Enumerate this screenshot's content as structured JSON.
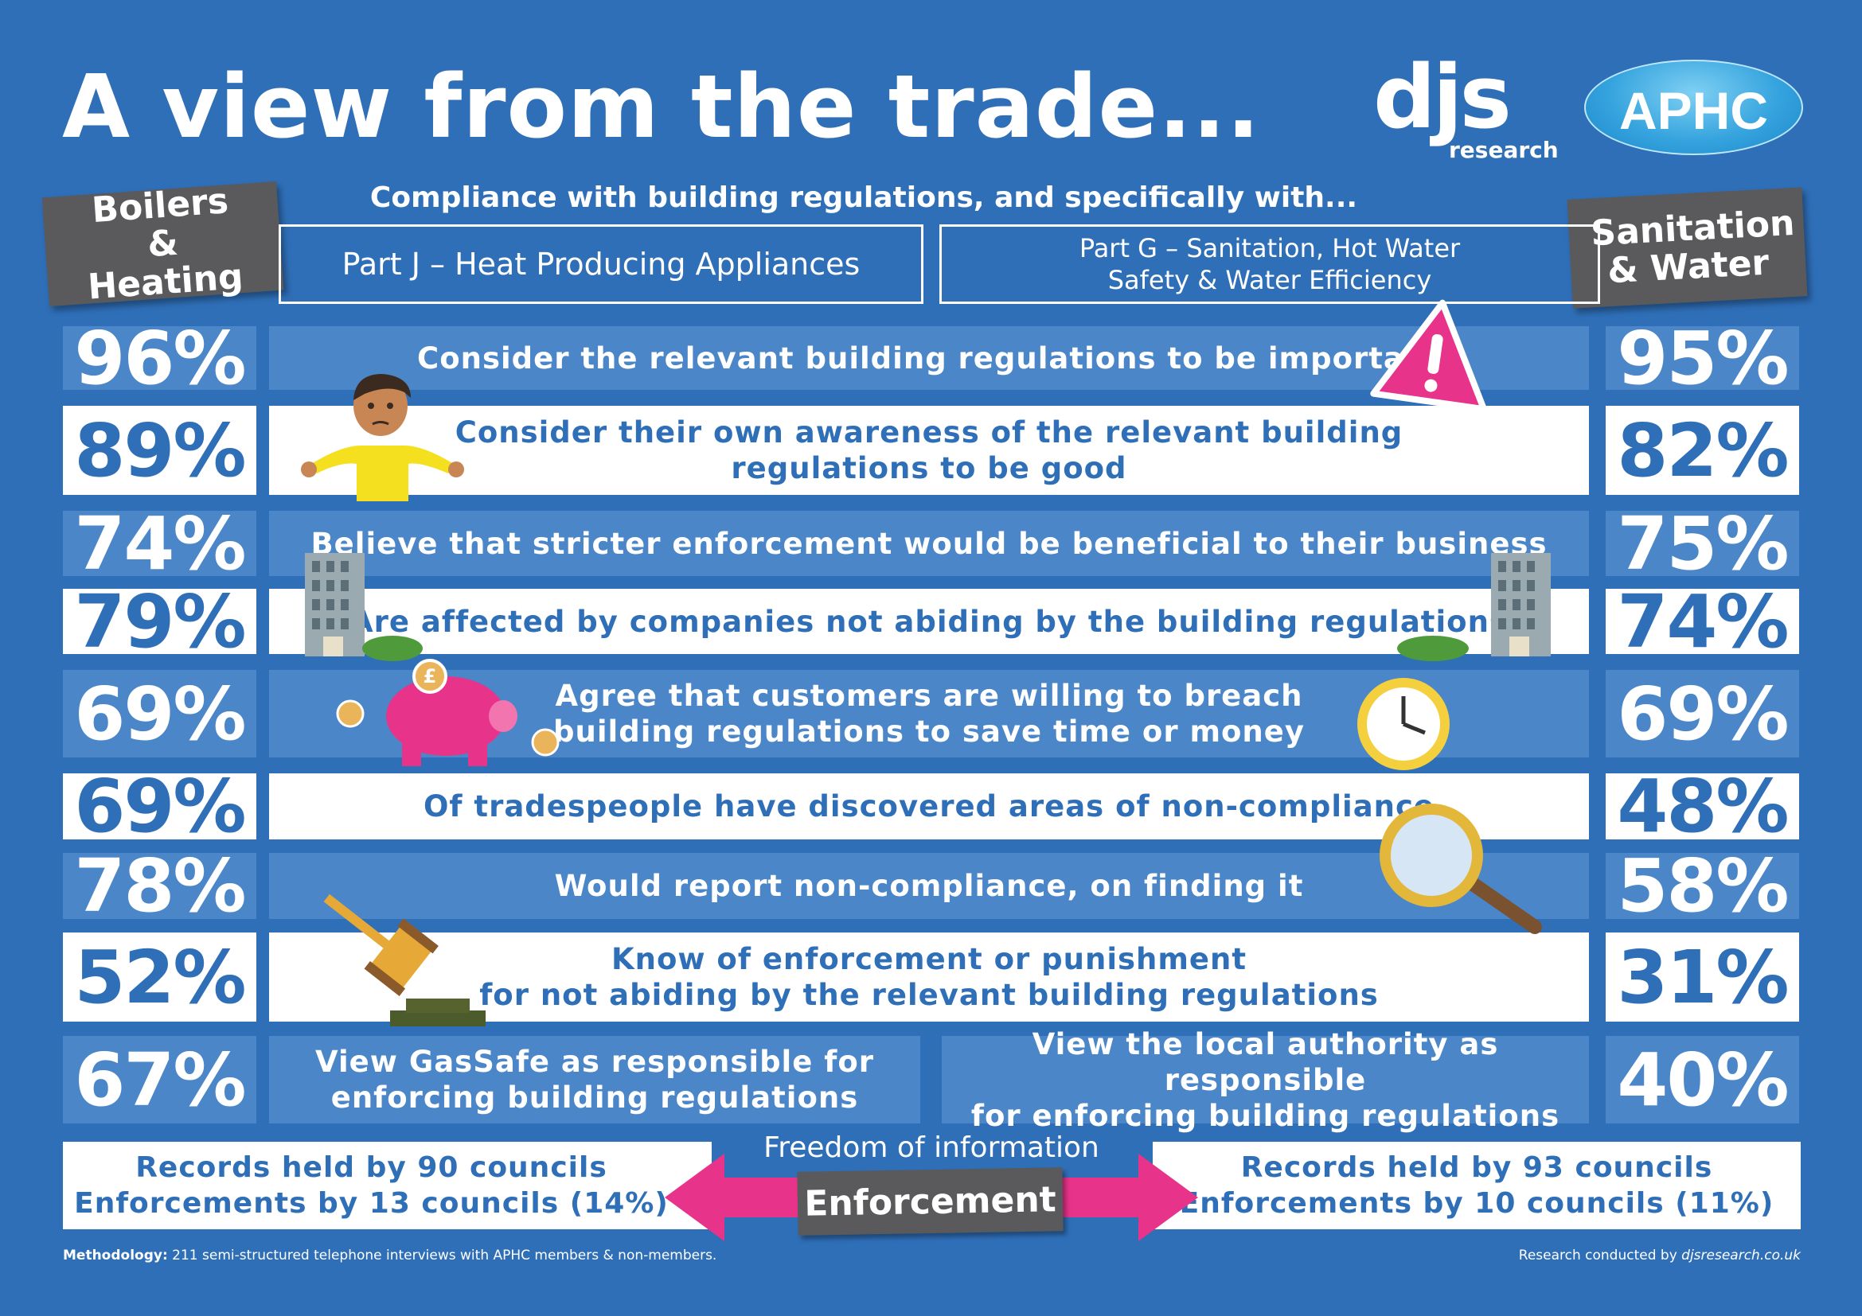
{
  "title": "A view from the trade...",
  "logos": {
    "djs_big": "djs",
    "djs_small": "research",
    "aphc": "APHC"
  },
  "subtitle": "Compliance with building regulations, and specifically with...",
  "left_tag": "Boilers & Heating",
  "right_tag": "Sanitation & Water",
  "part_j": "Part J – Heat Producing Appliances",
  "part_g_line1": "Part G – Sanitation, Hot Water",
  "part_g_line2": "Safety & Water Efficiency",
  "rows": [
    {
      "left": "96%",
      "statement": "Consider the relevant building regulations to be important",
      "right": "95%"
    },
    {
      "left": "89%",
      "statement_line1": "Consider their own awareness of the relevant building",
      "statement_line2": "regulations to be good",
      "right": "82%"
    },
    {
      "left": "74%",
      "statement": "Believe that stricter enforcement would be beneficial to their business",
      "right": "75%"
    },
    {
      "left": "79%",
      "statement": "Are affected by companies not abiding by the building regulations",
      "right": "74%"
    },
    {
      "left": "69%",
      "statement_line1": "Agree that customers are willing to breach",
      "statement_line2": "building regulations to save time or money",
      "right": "69%"
    },
    {
      "left": "69%",
      "statement": "Of tradespeople have discovered areas of non-compliance",
      "right": "48%"
    },
    {
      "left": "78%",
      "statement": "Would report non-compliance, on finding it",
      "right": "58%"
    },
    {
      "left": "52%",
      "statement_line1": "Know of enforcement or punishment",
      "statement_line2": "for not abiding by the relevant building regulations",
      "right": "31%"
    }
  ],
  "responsibility": {
    "left_pct": "67%",
    "left_line1": "View GasSafe as responsible for",
    "left_line2": "enforcing building regulations",
    "right_line1": "View the local authority as responsible",
    "right_line2": "for enforcing building regulations",
    "right_pct": "40%"
  },
  "foi": {
    "label": "Freedom of information",
    "enforcement": "Enforcement",
    "left_line1": "Records held by 90 councils",
    "left_line2": "Enforcements by 13 councils (14%)",
    "right_line1": "Records held by 93 councils",
    "right_line2": "Enforcements by 10 councils (11%)"
  },
  "footer": {
    "methodology_label": "Methodology:",
    "methodology_text": " 211 semi-structured telephone interviews with APHC members & non-members.",
    "credit_prefix": "Research conducted by ",
    "credit_site": "djsresearch.co.uk"
  },
  "icons": [
    "warning-icon",
    "shrugging-person-icon",
    "building-icon",
    "piggy-bank-icon",
    "coin-icon",
    "clock-icon",
    "magnifying-glass-icon",
    "gavel-icon",
    "double-arrow-icon"
  ],
  "colors": {
    "background": "#2f6fb8",
    "row_blue": "#4a86c8",
    "tag_gray": "#5a5a5c",
    "accent_pink": "#e8338a"
  }
}
